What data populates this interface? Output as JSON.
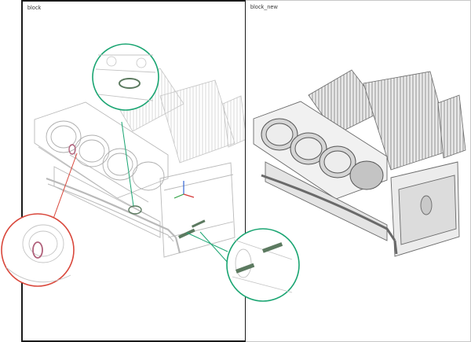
{
  "viewports": [
    {
      "label": "block",
      "active": true,
      "render_mode": "ghosted-transparent"
    },
    {
      "label": "block_new",
      "active": false,
      "render_mode": "shaded"
    }
  ],
  "callouts": [
    {
      "name": "callout-top-detail",
      "ring_color": "#1aa572"
    },
    {
      "name": "callout-left-detail",
      "ring_color": "#d9473b"
    },
    {
      "name": "callout-right-detail",
      "ring_color": "#1aa572"
    }
  ],
  "triad": {
    "axes": [
      "X",
      "Y",
      "Z"
    ],
    "colors": {
      "x": "#d43a3a",
      "y": "#2ea043",
      "z": "#3466d6"
    }
  },
  "colors": {
    "active_frame": "#1a1a1a",
    "ghost_line": "#b9b9b9",
    "shaded_line": "#6a6a6a",
    "highlight_part": "#5c7a60"
  }
}
